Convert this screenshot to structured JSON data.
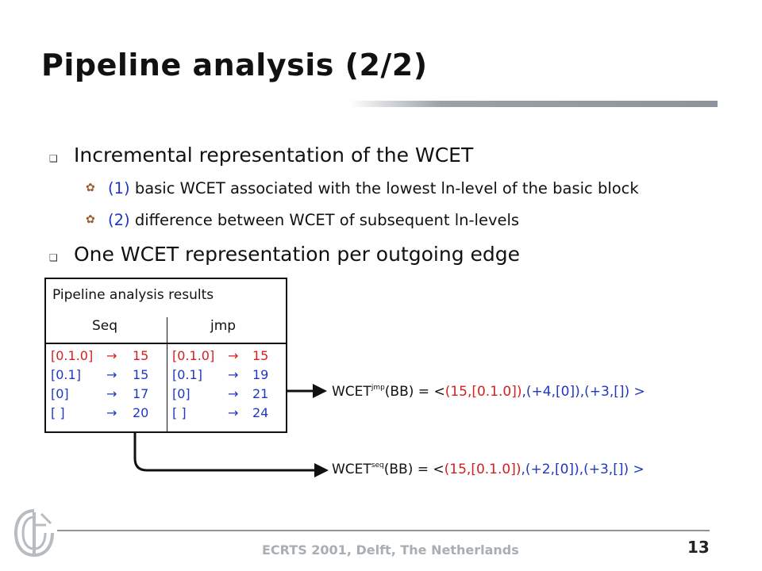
{
  "title": "Pipeline analysis (2/2)",
  "bullets": [
    {
      "text": "Incremental representation of the WCET",
      "sub": [
        {
          "tag": "(1)",
          "text": " basic WCET associated with the lowest ln-level of the basic block"
        },
        {
          "tag": "(2)",
          "text": " difference between WCET of subsequent ln-levels"
        }
      ]
    },
    {
      "text": "One WCET representation per outgoing edge"
    }
  ],
  "table": {
    "caption": "Pipeline analysis results",
    "columns": [
      "Seq",
      "jmp"
    ],
    "seq_rows": [
      {
        "level": "[0.1.0]",
        "value": "15"
      },
      {
        "level": "[0.1]",
        "value": "15"
      },
      {
        "level": "[0]",
        "value": "17"
      },
      {
        "level": "[ ]",
        "value": "20"
      }
    ],
    "jmp_rows": [
      {
        "level": "[0.1.0]",
        "value": "15"
      },
      {
        "level": "[0.1]",
        "value": "19"
      },
      {
        "level": "[0]",
        "value": "21"
      },
      {
        "level": "[ ]",
        "value": "24"
      }
    ],
    "arrow_glyph": "→"
  },
  "formulas": {
    "jmp": {
      "name": "WCET",
      "sup": "jmp",
      "lhs_rest": "(BB) = <",
      "first": "(15,[0.1.0])",
      "rest": ",(+4,[0]),(+3,[]) >"
    },
    "seq": {
      "name": "WCET",
      "sup": "seq",
      "lhs_rest": "(BB) = <",
      "first": "(15,[0.1.0])",
      "rest": ",(+2,[0]),(+3,[]) >"
    }
  },
  "footer": "ECRTS 2001, Delft, The Netherlands",
  "page_number": "13",
  "colors": {
    "red": "#d42020",
    "blue": "#2038c0",
    "bullet_brown": "#a05828",
    "rule_gray": "#8d949b"
  },
  "icons": {
    "level1_bullet": "hollow-square-icon",
    "level2_bullet": "fancy-diamond-icon",
    "logo": "university-logo-icon"
  }
}
